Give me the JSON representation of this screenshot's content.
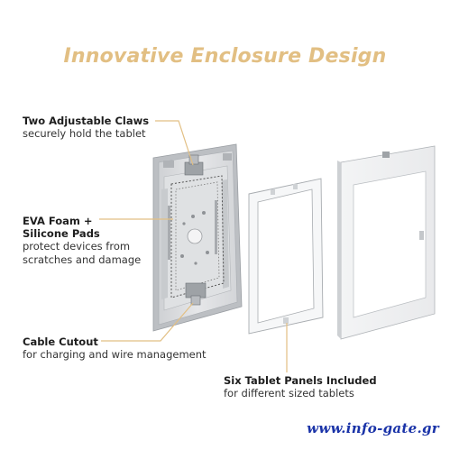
{
  "title": "Innovative Enclosure Design",
  "callouts": {
    "claws": {
      "heading": "Two Adjustable Claws",
      "sub": "securely hold the tablet"
    },
    "foam": {
      "heading_line1": "EVA Foam +",
      "heading_line2": "Silicone Pads",
      "sub_line1": "protect devices from",
      "sub_line2": "scratches and damage"
    },
    "cable": {
      "heading": "Cable Cutout",
      "sub": "for charging and wire management"
    },
    "panels": {
      "heading": "Six Tablet Panels Included",
      "sub": "for different sized tablets"
    }
  },
  "watermark": "www.info-gate.gr",
  "colors": {
    "title": "#e2bf83",
    "leader_line": "#e2bf83",
    "watermark": "#1a33a8"
  }
}
